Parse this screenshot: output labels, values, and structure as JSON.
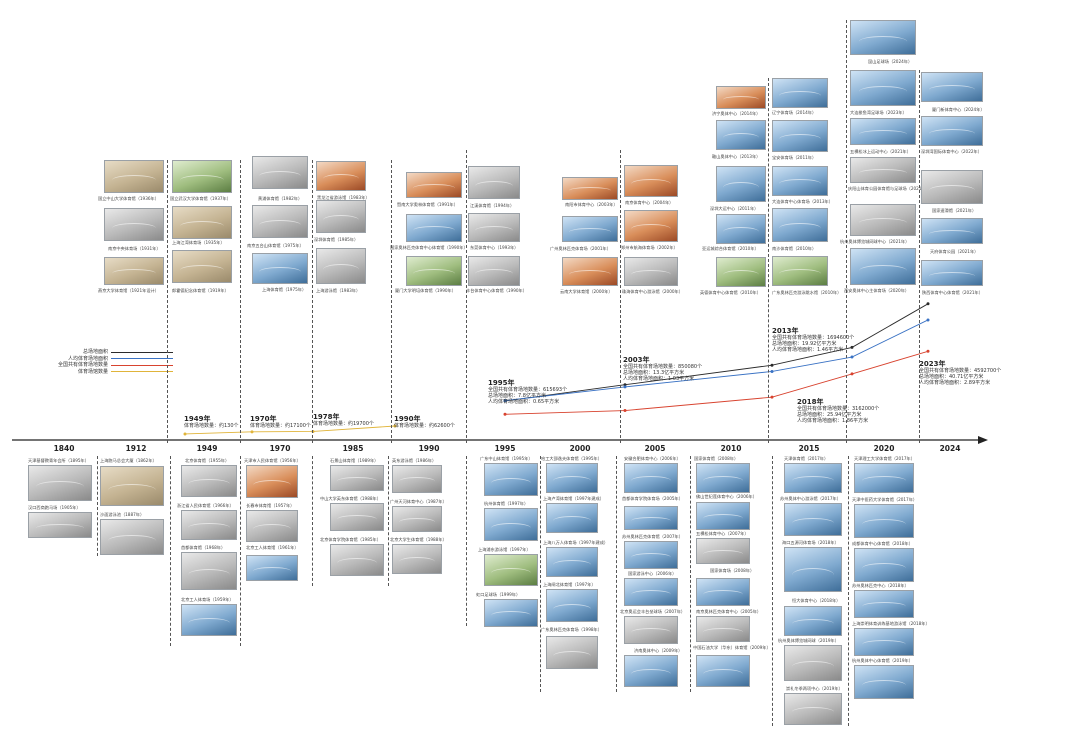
{
  "axis": {
    "ticks": [
      "1840",
      "1912",
      "1949",
      "1970",
      "1985",
      "1990",
      "1995",
      "2000",
      "2005",
      "2010",
      "2015",
      "2020",
      "2024"
    ]
  },
  "legend": {
    "items": [
      {
        "label": "总场地面积",
        "color": "#2b2b2b"
      },
      {
        "label": "人均体育场地面积",
        "color": "#3a72c4"
      },
      {
        "label": "全国共有体育场地数量",
        "color": "#d8432f"
      },
      {
        "label": "体育场馆数量",
        "color": "#e0b43a"
      }
    ]
  },
  "annotations": {
    "a1949": {
      "year": "1949年",
      "line1": "体育场地数量：约130个"
    },
    "a1970": {
      "year": "1970年",
      "line1": "体育场地数量：约17100个"
    },
    "a1978": {
      "year": "1978年",
      "line1": "体育场地数量：约19700个"
    },
    "a1990": {
      "year": "1990年",
      "line1": "体育场地数量：约62600个"
    },
    "a1995": {
      "year": "1995年",
      "line1": "全国共有体育场地数量：615693个",
      "line2": "总场地面积：7.8亿平方米",
      "line3": "人均体育场地面积：0.65平方米"
    },
    "a2003": {
      "year": "2003年",
      "line1": "全国共有体育场地数量：850080个",
      "line2": "总场地面积：13.3亿平方米",
      "line3": "人均体育场地面积：1.03平方米"
    },
    "a2013": {
      "year": "2013年",
      "line1": "全国共有体育场地数量：1694600个",
      "line2": "总场地面积：19.92亿平方米",
      "line3": "人均体育场地面积：1.46平方米"
    },
    "a2018": {
      "year": "2018年",
      "line1": "全国共有体育场地数量：3162000个",
      "line2": "总场地面积：25.94亿平方米",
      "line3": "人均体育场地面积：1.86平方米"
    },
    "a2023": {
      "year": "2023年",
      "line1": "全国共有体育场地数量：4592700个",
      "line2": "总场地面积：40.71亿平方米",
      "line3": "人均体育场地面积：2.89平方米"
    }
  },
  "photos_top": [
    "国立中山大学体育馆（1936年）",
    "南京中央体育场（1931年）",
    "燕京大学体育馆（1921年设计）",
    "国立武汉大学体育馆（1937年）",
    "上海江湾体育场（1935年）",
    "郎霍德纪念体育馆（1919年）",
    "黄浦体育馆（1982年）",
    "南京五台山体育馆（1975年）",
    "上海体育馆（1975年）",
    "黑龙江省游泳馆（1983年）",
    "深圳体育馆（1985年）",
    "上海游泳馆（1983年）",
    "暨南大学奥林体育馆（1991年）",
    "国家奥林匹克体育中心体育馆（1990年）",
    "厦门大学明培体育馆（1990年）",
    "江溪体育馆（1994年）",
    "东莞体育中心（1993年）",
    "丰台体育中心体育馆（1990年）",
    "南阳市体育中心（2003年）",
    "广州奥林匹克体育场（2001年）",
    "云南大学体育馆（2000年）",
    "南京体育中心（2004年）",
    "郑州市航海体育场（2002年）",
    "珠海体育中心游泳馆（2000年）",
    "济宁奥体中心（2014年）",
    "鞍山奥体中心（2013年）",
    "深圳大运中心（2011年）",
    "亚运城综合体育馆（2010年）",
    "英德体育中心体育馆（2010年）",
    "辽宁体育场（2014年）",
    "宝安体育场（2011年）",
    "大连体育中心体育场（2013年）",
    "南沙体育馆（2010年）",
    "广东奥林匹克游泳跳水馆（2010年）",
    "昆山足球场（2024年）",
    "大连梭鱼湾足球场（2023年）",
    "五棵松冰上运动中心（2021年）",
    "庆阳山体育公园体育馆与足球场（2021年）",
    "杭州奥体博览城网球中心（2021年）",
    "西安奥体中心主体育场（2020年）",
    "厦门新体育中心（2024年）",
    "深圳湾国际体育中心（2022年）",
    "国家速滑馆（2021年）",
    "天府体育公园（2021年）",
    "陕西体育中心体育馆（2021年）"
  ],
  "photos_bottom": [
    "天津基督教青年会所（1895年）",
    "汉口西商跑马场（1905年）",
    "上海跑马总会大厦（1862年）",
    "沙面游泳池（1887年）",
    "北京体育馆（1955年）",
    "浙江省人民体育馆（1966年）",
    "首都体育馆（1968年）",
    "北京工人体育场（1959年）",
    "天津市人民体育馆（1956年）",
    "长春市体育馆（1957年）",
    "北京工人体育馆（1961年）",
    "石景山体育馆（1989年）",
    "中山大学英东体育馆（1988年）",
    "北京体育学院体育馆（1985年）",
    "英东游泳馆（1986年）",
    "广州天河体育中心（1987年）",
    "北京大学生体育馆（1988年）",
    "广东中山体育馆（1995年）",
    "杭州体育馆（1997年）",
    "上海浦东游泳馆（1997年）",
    "虹口足球场（1999年）",
    "哈工大邵逸夫体育馆（1995年）",
    "上海卢湾体育馆（1997年建成）",
    "上海八万人体育场（1997年建成）",
    "上海闸北体育馆（1997年）",
    "广东奥林匹克体育场（1998年）",
    "安徽合肥体育中心（2006年）",
    "首都体育学院体育场（2005年）",
    "苏州奥林匹克体育馆（2007年）",
    "国家游泳中心（2006年）",
    "北京奥运会丰台垒球场（2007年）",
    "济南奥体中心（2009年）",
    "国家体育馆（2008年）",
    "国家体育场（2008年）",
    "佛山世纪莲体育中心（2006年）",
    "五棵松体育中心（2007年）",
    "南京奥林匹克体育中心（2005年）",
    "中国石油大学（华东）体育馆（2009年）",
    "天津体育馆（2017年）",
    "苏州奥体中心游泳馆（2017年）",
    "海口五源河体育场（2018年）",
    "恒大体育中心（2018年）",
    "杭州奥体博览城网球（2019年）",
    "崇礼冬季两项中心（2019年）",
    "天津理工大学体育馆（2017年）",
    "天津中医药大学体育馆（2017年）",
    "成都体育中心体育馆（2018年）",
    "苏州奥林匹克中心（2018年）",
    "上海崇明体育训练基地游泳馆（2018年）",
    "杭州奥体中心体育馆（2019年）"
  ],
  "chart_data": {
    "type": "line",
    "x": [
      "1949",
      "1970",
      "1978",
      "1990",
      "1995",
      "2003",
      "2013",
      "2018",
      "2023"
    ],
    "series": [
      {
        "name": "总场地面积",
        "color": "#2b2b2b",
        "values": [
          null,
          null,
          null,
          null,
          7.8,
          13.3,
          19.92,
          25.94,
          40.71
        ]
      },
      {
        "name": "人均体育场地面积",
        "color": "#3a72c4",
        "values": [
          null,
          null,
          null,
          null,
          0.65,
          1.03,
          1.46,
          1.86,
          2.89
        ]
      },
      {
        "name": "全国共有体育场地数量",
        "color": "#d8432f",
        "values": [
          null,
          null,
          null,
          null,
          615693,
          850080,
          1694600,
          3162000,
          4592700
        ]
      },
      {
        "name": "体育场馆数量",
        "color": "#e0b43a",
        "values": [
          130,
          17100,
          19700,
          62600,
          null,
          null,
          null,
          null,
          null
        ]
      }
    ]
  }
}
